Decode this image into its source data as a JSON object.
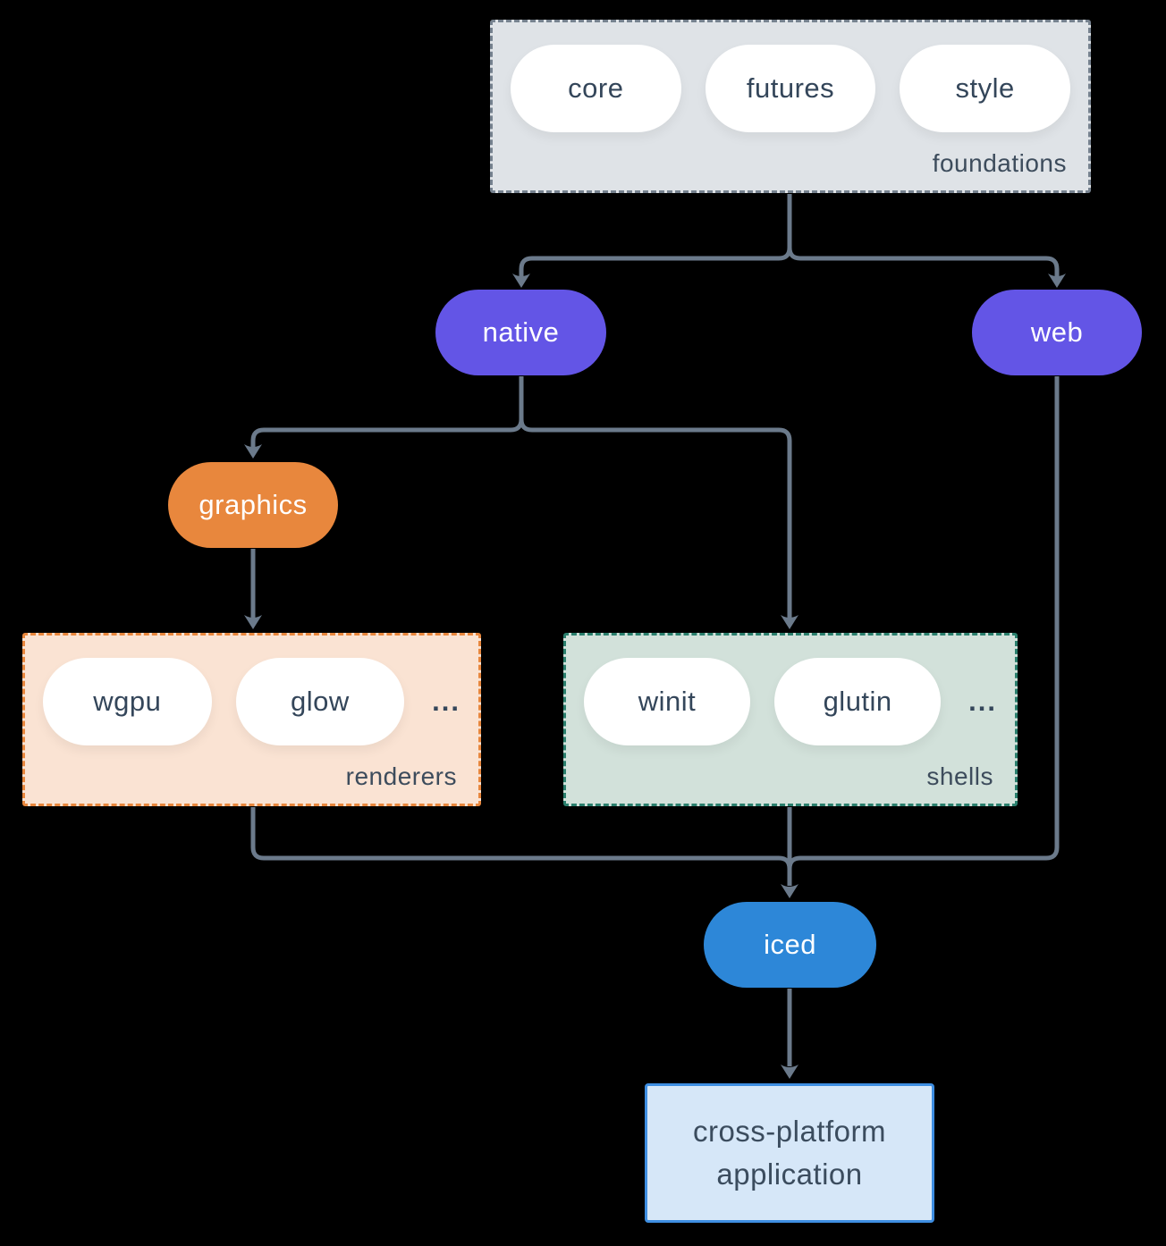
{
  "diagram": {
    "foundations": {
      "label": "foundations",
      "pills": [
        "core",
        "futures",
        "style"
      ]
    },
    "native": {
      "label": "native"
    },
    "web": {
      "label": "web"
    },
    "graphics": {
      "label": "graphics"
    },
    "renderers": {
      "label": "renderers",
      "pills": [
        "wgpu",
        "glow"
      ],
      "more": "..."
    },
    "shells": {
      "label": "shells",
      "pills": [
        "winit",
        "glutin"
      ],
      "more": "..."
    },
    "iced": {
      "label": "iced"
    },
    "application": {
      "line1": "cross-platform",
      "line2": "application"
    }
  },
  "colors": {
    "background": "#000000",
    "connector": "#6b7a8b",
    "node_purple": "#6355e6",
    "node_orange": "#e8873d",
    "node_blue": "#2d87d8",
    "foundations_fill": "#dfe3e7",
    "foundations_border": "#76828f",
    "renderers_fill": "#fae3d3",
    "renderers_border": "#e8873d",
    "shells_fill": "#d2e1da",
    "shells_border": "#2a7f6d",
    "application_fill": "#d6e7f8",
    "application_border": "#3e8ee2",
    "text_dark": "#34465a",
    "text_light": "#ffffff"
  }
}
